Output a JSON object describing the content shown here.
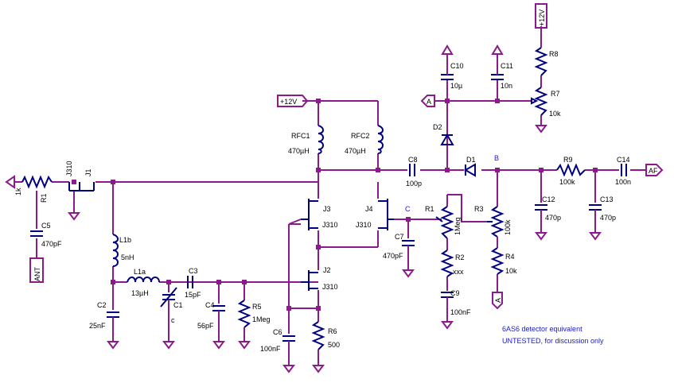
{
  "labels": {
    "r1": "R1",
    "r1_val": "1k",
    "j1": "J1",
    "j1_val": "J310",
    "c5": "C5",
    "c5_val": "470pF",
    "ant": "ANT",
    "l1b": "L1b",
    "l1b_val": "5nH",
    "l1a": "L1a",
    "l1a_val": "13µH",
    "c1": "C1",
    "c1_val": "c",
    "c2": "C2",
    "c2_val": "25nF",
    "c3": "C3",
    "c3_val": "15pF",
    "c4": "C4",
    "c4_val": "56pF",
    "r5": "R5",
    "r5_val": "1Meg",
    "c6": "C6",
    "c6_val": "100nF",
    "r6": "R6",
    "r6_val": "500",
    "j2": "J2",
    "j2_val": "J310",
    "j3": "J3",
    "j3_val": "J310",
    "j4": "J4",
    "j4_val": "J310",
    "rfc1": "RFC1",
    "rfc1_val": "470µH",
    "rfc2": "RFC2",
    "rfc2_val": "470µH",
    "p12v_top": "+12V",
    "c8": "C8",
    "c8_val": "100p",
    "c7": "C7",
    "c7_val": "470pF",
    "r1b": "R1",
    "r1b_val": "1Meg",
    "r2": "R2",
    "r2_val": "xxx",
    "c9": "C9",
    "c9_val": "100nF",
    "c10": "C10",
    "c10_val": "10µ",
    "c11": "C11",
    "c11_val": "10n",
    "node_a": "A",
    "d2": "D2",
    "d1": "D1",
    "r3": "R3",
    "r3_val": "100k",
    "r4": "R4",
    "r4_val": "10k",
    "r7": "R7",
    "r7_val": "10k",
    "r8": "R8",
    "p12v_right": "+12V",
    "r9": "R9",
    "r9_val": "100k",
    "c12": "C12",
    "c12_val": "470p",
    "c13": "C13",
    "c13_val": "470p",
    "c14": "C14",
    "c14_val": "100n",
    "af": "AF",
    "node_b": "B",
    "node_c": "C",
    "r4_port": "A"
  },
  "notes": {
    "line1": "6AS6 detector equivalent",
    "line2": "UNTESTED, for discussion only"
  },
  "colors": {
    "wire": "#8b1a8b",
    "part": "#000080",
    "note": "#1a1acc"
  }
}
